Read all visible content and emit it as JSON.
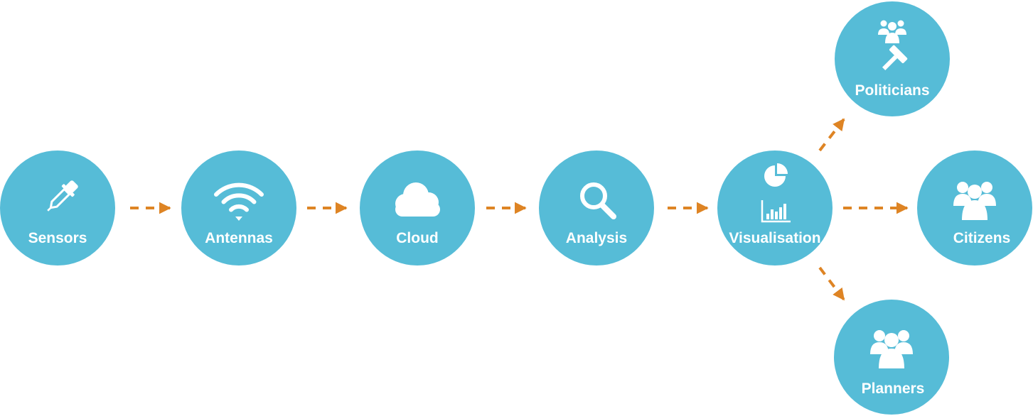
{
  "colors": {
    "node_fill": "#56bcd7",
    "arrow": "#de8424",
    "icon": "#ffffff"
  },
  "nodes": [
    {
      "id": "sensors",
      "label": "Sensors",
      "icons": [
        "dropper-icon"
      ]
    },
    {
      "id": "antennas",
      "label": "Antennas",
      "icons": [
        "wifi-icon"
      ]
    },
    {
      "id": "cloud",
      "label": "Cloud",
      "icons": [
        "cloud-icon"
      ]
    },
    {
      "id": "analysis",
      "label": "Analysis",
      "icons": [
        "magnifier-icon"
      ]
    },
    {
      "id": "visualisation",
      "label": "Visualisation",
      "icons": [
        "pie-chart-icon",
        "bar-chart-icon"
      ]
    },
    {
      "id": "politicians",
      "label": "Politicians",
      "icons": [
        "group-icon",
        "gavel-icon"
      ]
    },
    {
      "id": "citizens",
      "label": "Citizens",
      "icons": [
        "group-icon"
      ]
    },
    {
      "id": "planners",
      "label": "Planners",
      "icons": [
        "group-icon"
      ]
    }
  ],
  "edges": [
    {
      "from": "sensors",
      "to": "antennas"
    },
    {
      "from": "antennas",
      "to": "cloud"
    },
    {
      "from": "cloud",
      "to": "analysis"
    },
    {
      "from": "analysis",
      "to": "visualisation"
    },
    {
      "from": "visualisation",
      "to": "politicians"
    },
    {
      "from": "visualisation",
      "to": "citizens"
    },
    {
      "from": "visualisation",
      "to": "planners"
    }
  ]
}
